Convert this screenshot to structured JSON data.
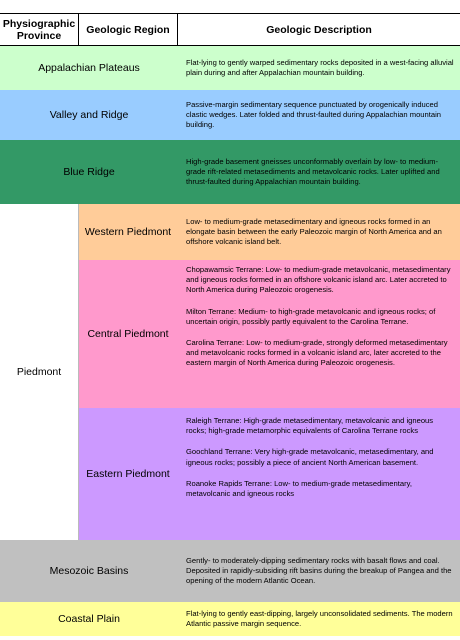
{
  "header": {
    "col1": "Physiographic Province",
    "col2": "Geologic Region",
    "col3": "Geologic Description"
  },
  "colors": {
    "appalachian": "#ccffcc",
    "valley": "#99ccff",
    "blue_ridge": "#339966",
    "western": "#ffcc99",
    "central": "#ff99cc",
    "eastern": "#cc99ff",
    "mesozoic": "#c0c0c0",
    "coastal": "#ffff99"
  },
  "rows": {
    "appalachian": {
      "name": "Appalachian Plateaus",
      "desc": "Flat-lying to gently warped sedimentary rocks deposited in a west-facing alluvial plain during and after Appalachian mountain building."
    },
    "valley": {
      "name": "Valley and Ridge",
      "desc": "Passive-margin sedimentary sequence punctuated by orogenically induced clastic wedges.  Later folded and thrust-faulted during Appalachian mountain building."
    },
    "blue_ridge": {
      "name": "Blue Ridge",
      "desc": "High-grade basement gneisses unconformably overlain by low- to medium-grade rift-related metasediments and metavolcanic rocks.  Later uplifted and thrust-faulted during Appalachian mountain building."
    },
    "piedmont": {
      "name": "Piedmont",
      "western": {
        "name": "Western Piedmont",
        "desc": "Low- to medium-grade metasedimentary and igneous rocks formed in an elongate basin between the early Paleozoic margin of North America and an offshore volcanic island belt."
      },
      "central": {
        "name": "Central Piedmont",
        "desc1": "Chopawamsic Terrane: Low- to medium-grade metavolcanic, metasedimentary and igneous rocks formed in an offshore volcanic island arc.  Later accreted to North America during Paleozoic orogenesis.",
        "desc2": "Milton Terrane: Medium- to high-grade metavolcanic and igneous rocks; of uncertain origin, possibly partly equivalent to the Carolina Terrane.",
        "desc3": "Carolina Terrane: Low- to medium-grade, strongly deformed metasedimentary and metavolcanic rocks formed in a volcanic island arc, later accreted to the eastern margin of North America during Paleozoic orogenesis."
      },
      "eastern": {
        "name": "Eastern Piedmont",
        "desc1": "Raleigh Terrane: High-grade metasedimentary, metavolcanic and igneous rocks; high-grade metamorphic equivalents of Carolina Terrane rocks",
        "desc2": "Goochland Terrane: Very high-grade metavolcanic, metasedimentary, and igneous rocks; possibly a piece of ancient North American basement.",
        "desc3": "Roanoke Rapids Terrane: Low- to medium-grade metasedimentary, metavolcanic and igneous rocks"
      }
    },
    "mesozoic": {
      "name": "Mesozoic Basins",
      "desc": "Gently- to moderately-dipping sedimentary rocks with basalt flows and coal.  Deposited in rapidly-subsiding rift basins during the breakup of Pangea and the opening of the modern Atlantic Ocean."
    },
    "coastal": {
      "name": "Coastal Plain",
      "desc": "Flat-lying to gently east-dipping, largely unconsolidated sediments. The modern Atlantic passive margin sequence."
    }
  }
}
